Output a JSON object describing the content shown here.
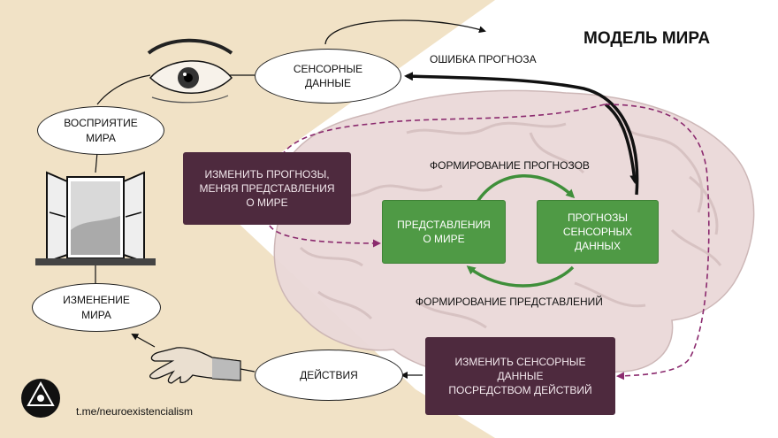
{
  "title": "МОДЕЛЬ МИРА",
  "ovals": {
    "sensory": "СЕНСОРНЫЕ\nДАННЫЕ",
    "perception": "ВОСПРИЯТИЕ\nМИРА",
    "change": "ИЗМЕНЕНИЕ\nМИРА",
    "actions": "ДЕЙСТВИЯ"
  },
  "boxes": {
    "change_predictions": "ИЗМЕНИТЬ ПРОГНОЗЫ,\nМЕНЯЯ ПРЕДСТАВЛЕНИЯ\nО МИРЕ",
    "representations": "ПРЕДСТАВЛЕНИЯ\nО МИРЕ",
    "predictions": "ПРОГНОЗЫ\nСЕНСОРНЫХ\nДАННЫХ",
    "change_sensory": "ИЗМЕНИТЬ СЕНСОРНЫЕ\nДАННЫЕ\nПОСРЕДСТВОМ ДЕЙСТВИЙ"
  },
  "labels": {
    "error": "ОШИБКА ПРОГНОЗА",
    "forming_predictions": "ФОРМИРОВАНИЕ ПРОГНОЗОВ",
    "forming_representations": "ФОРМИРОВАНИЕ ПРЕДСТАВЛЕНИЙ"
  },
  "channel": "t.me/neuroexistencialism",
  "colors": {
    "beige": "#f1e2c6",
    "purple": "#4e2a3e",
    "green": "#4f9a45",
    "dashed": "#8b2a6e",
    "brain": "#e9d7d7"
  },
  "icons": [
    "eye-icon",
    "window-icon",
    "hand-icon",
    "logo-icon",
    "brain-icon"
  ]
}
